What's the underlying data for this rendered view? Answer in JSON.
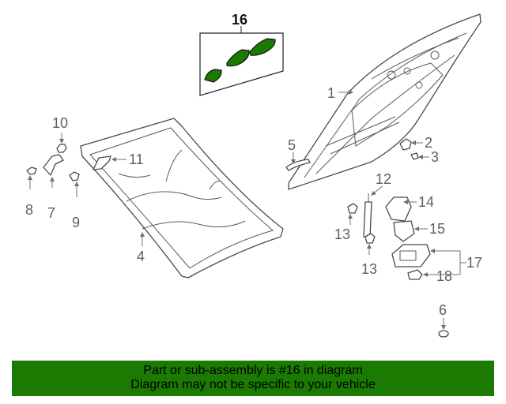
{
  "diagram": {
    "accent_color": "#1a7a02",
    "callouts": {
      "c1": "1",
      "c2": "2",
      "c3": "3",
      "c4": "4",
      "c5": "5",
      "c6": "6",
      "c7": "7",
      "c8": "8",
      "c9": "9",
      "c10": "10",
      "c11": "11",
      "c12": "12",
      "c13a": "13",
      "c13b": "13",
      "c14": "14",
      "c15": "15",
      "c16": "16",
      "c17": "17",
      "c18": "18"
    },
    "highlighted_part": "16"
  },
  "footer": {
    "line1": "Part or sub-assembly is #16 in diagram",
    "line2": "Diagram may not be specific to your vehicle"
  }
}
